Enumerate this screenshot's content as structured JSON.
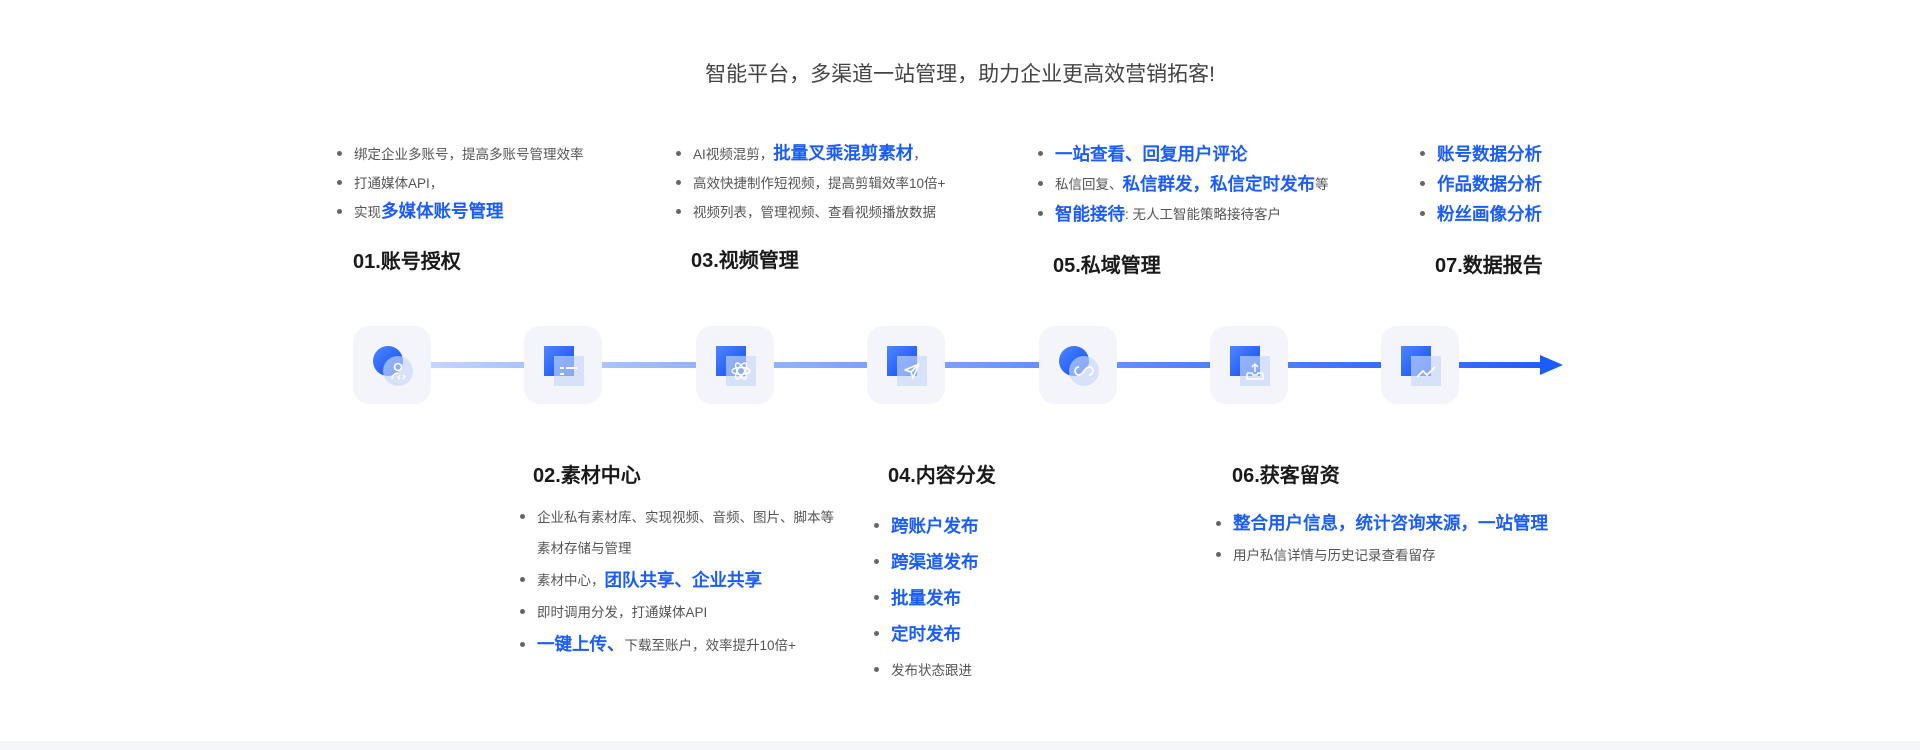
{
  "title": "智能平台，多渠道一站管理，助力企业更高效营销拓客!",
  "steps": [
    {
      "heading": "01.账号授权",
      "icon": "user-code-icon",
      "items": [
        [
          {
            "t": "绑定企业多账号，提高多账号管理效率"
          }
        ],
        [
          {
            "t": "打通媒体API，"
          }
        ],
        [
          {
            "t": "实现"
          },
          {
            "t": "多媒体账号管理",
            "s": true
          }
        ]
      ]
    },
    {
      "heading": "02.素材中心",
      "icon": "material-list-icon",
      "items": [
        [
          {
            "t": "企业私有素材库、实现视频、音频、图片、脚本等"
          }
        ],
        [
          {
            "t": "素材存储与管理"
          }
        ],
        [
          {
            "t": "素材中心，"
          },
          {
            "t": "团队共享、企业共享",
            "s": true
          }
        ],
        [
          {
            "t": "即时调用分发，打通媒体API"
          }
        ],
        [
          {
            "t": "一键上传、",
            "s": true
          },
          {
            "t": "下载至账户，效率提升10倍+"
          }
        ]
      ]
    },
    {
      "heading": "03.视频管理",
      "icon": "atom-icon",
      "items": [
        [
          {
            "t": "AI视频混剪，"
          },
          {
            "t": "批量叉乘混剪素材",
            "s": true
          },
          {
            "t": "，"
          }
        ],
        [
          {
            "t": "高效快捷制作短视频，提高剪辑效率10倍+"
          }
        ],
        [
          {
            "t": "视频列表，管理视频、查看视频播放数据"
          }
        ]
      ]
    },
    {
      "heading": "04.内容分发",
      "icon": "send-icon",
      "items": [
        [
          {
            "t": "跨账户发布",
            "s": true
          }
        ],
        [
          {
            "t": "跨渠道发布",
            "s": true
          }
        ],
        [
          {
            "t": "批量发布",
            "s": true
          }
        ],
        [
          {
            "t": "定时发布",
            "s": true
          }
        ],
        [
          {
            "t": "发布状态跟进"
          }
        ]
      ]
    },
    {
      "heading": "05.私域管理",
      "icon": "infinity-icon",
      "items": [
        [
          {
            "t": "一站查看、回复用户评论",
            "s": true
          }
        ],
        [
          {
            "t": "私信回复、"
          },
          {
            "t": "私信群发，私信定时发布",
            "s": true
          },
          {
            "t": "等"
          }
        ],
        [
          {
            "t": "智能接待",
            "s": true
          },
          {
            "t": ": 无人工智能策略接待客户"
          }
        ]
      ]
    },
    {
      "heading": "06.获客留资",
      "icon": "inbox-upload-icon",
      "items": [
        [
          {
            "t": "整合用户信息，统计咨询来源，一站管理",
            "s": true
          }
        ],
        [
          {
            "t": "用户私信详情与历史记录查看留存"
          }
        ]
      ]
    },
    {
      "heading": "07.数据报告",
      "icon": "trend-chart-icon",
      "items": [
        [
          {
            "t": "账号数据分析",
            "s": true
          }
        ],
        [
          {
            "t": "作品数据分析",
            "s": true
          }
        ],
        [
          {
            "t": "粉丝画像分析",
            "s": true
          }
        ]
      ]
    }
  ],
  "colors": {
    "accent": "#1b5cff",
    "line_start": "#c3d5ff",
    "line_end": "#1b5cff"
  }
}
